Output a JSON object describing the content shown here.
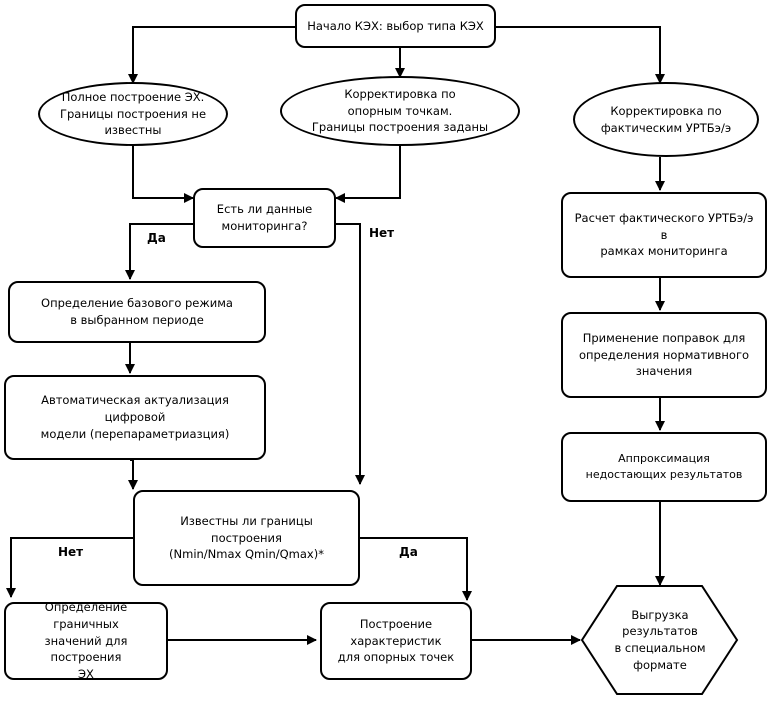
{
  "nodes": {
    "start": "Начало КЭХ: выбор типа КЭХ",
    "full_build": "Полное построение ЭХ.\nГраницы построения не\nизвестны",
    "ref_points": "Корректировка по\nопорным точкам.\nГраницы построения заданы",
    "actual_corr": "Корректировка по\nфактическим УРТБэ/э",
    "monitoring_q": "Есть ли данные\nмониторинга?",
    "base_mode": "Определение базового режима\nв выбранном периоде",
    "auto_update": "Автоматическая актуализация цифровой\nмодели (перепараметриазция)",
    "bounds_q": "Известны ли границы построения\n(Nmin/Nmax Qmin/Qmax)*",
    "bounds_def": "Определение граничных\nзначений для построения\nЭХ",
    "build_chars": "Построение\nхарактеристик\nдля опорных точек",
    "export": "Выгрузка результатов\nв специальном формате",
    "calc_actual": "Расчет фактического УРТБэ/э в\nрамках мониторинга",
    "corrections": "Применение поправок для\nопределения нормативного\nзначения",
    "approx": "Аппроксимация\nнедостающих результатов"
  },
  "edge_labels": {
    "yes_1": "Да",
    "no_1": "Нет",
    "no_2": "Нет",
    "yes_2": "Да"
  }
}
